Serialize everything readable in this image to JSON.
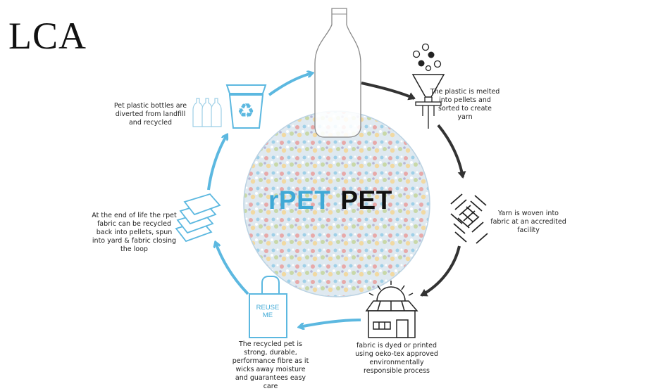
{
  "title": "LCA",
  "center": {
    "rpet": "rPET",
    "pet": "PET"
  },
  "reuse_bag_label": "REUSE\nME",
  "colors": {
    "cycle_blue": "#5cb8e0",
    "cycle_dark": "#333333",
    "rpet_text": "#3fa9d6"
  },
  "steps": [
    {
      "icon": "bottle-icon",
      "caption": ""
    },
    {
      "icon": "melting-funnel-icon",
      "caption": "The plastic is melted into pellets and sorted to create yarn"
    },
    {
      "icon": "woven-fabric-icon",
      "caption": "Yarn is woven into fabric at an accredited facility"
    },
    {
      "icon": "dye-factory-icon",
      "caption": "fabric is dyed or printed using oeko-tex approved environmentally responsible process"
    },
    {
      "icon": "reuse-bag-icon",
      "caption": "The recycled pet is strong, durable, performance fibre as it wicks away moisture and guarantees easy care"
    },
    {
      "icon": "fabric-layers-icon",
      "caption": "At the end of life the rpet fabric can be recycled back into pellets, spun into yard & fabric closing the loop"
    },
    {
      "icon": "recycling-bin-icon",
      "caption": "Pet plastic bottles are diverted from landfill and recycled"
    }
  ]
}
